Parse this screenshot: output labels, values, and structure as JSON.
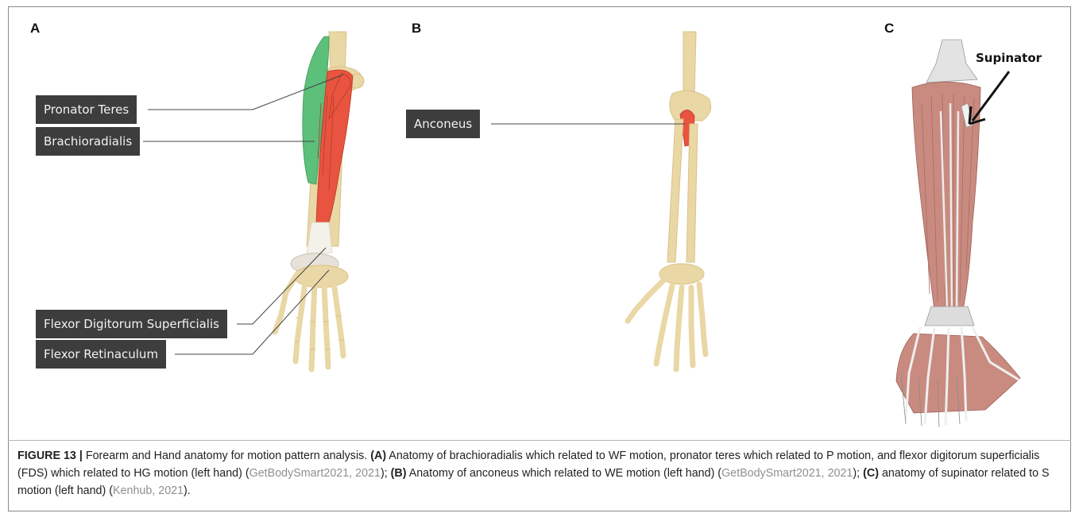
{
  "panels": {
    "a": {
      "letter": "A",
      "labels": {
        "pronator_teres": "Pronator Teres",
        "brachioradialis": "Brachioradialis",
        "fds": "Flexor Digitorum Superficialis",
        "retinaculum": "Flexor Retinaculum"
      }
    },
    "b": {
      "letter": "B",
      "labels": {
        "anconeus": "Anconeus"
      }
    },
    "c": {
      "letter": "C",
      "labels": {
        "supinator": "Supinator"
      }
    }
  },
  "colors": {
    "bone": "#ead7a6",
    "bone_shade": "#d9c286",
    "muscle_red": "#e8543f",
    "muscle_green": "#5cbf7a",
    "label_bg": "#3d3d3d",
    "dissection_muscle": "#c98b80",
    "tendon": "#e8e8e8"
  },
  "caption": {
    "figure": "FIGURE 13 |",
    "t1": " Forearm and Hand anatomy for motion pattern analysis. ",
    "a": "(A)",
    "t2": " Anatomy of brachioradialis which related to WF motion, pronator teres which related to P motion, and flexor digitorum superficialis (FDS) which related to HG motion (left hand) (",
    "ref1": "GetBodySmart2021, 2021",
    "t3": "); ",
    "b": "(B)",
    "t4": " Anatomy of anconeus which related to WE motion (left hand) (",
    "ref2": "GetBodySmart2021, 2021",
    "t5": "); ",
    "c": "(C)",
    "t6": " anatomy of supinator related to S motion (left hand) (",
    "ref3": "Kenhub, 2021",
    "t7": ")."
  }
}
